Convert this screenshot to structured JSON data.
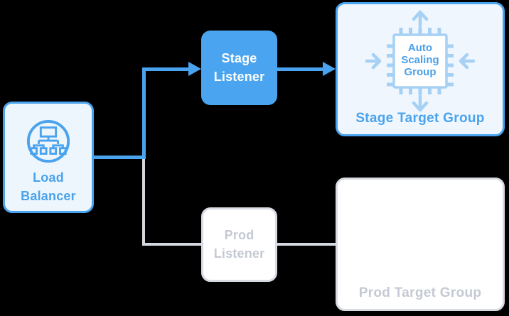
{
  "diagram_title": "load-balancer-listener-target-group-diagram",
  "background_color": "#000000",
  "colors": {
    "accent_blue": "#4AA3EE",
    "active_listener_fill": "#4AA4EF",
    "panel_light_blue_fill": "#EDF5FD",
    "icon_stroke_light_blue": "#A6D1F4",
    "icon_text_blue": "#4AA0E8",
    "inactive_border_gray": "#D8DBE1",
    "inactive_text_gray": "#C4C9D3",
    "inactive_line_gray": "#D4D7DD",
    "active_text_blue": "#4AA3EC",
    "white": "#FFFFFF"
  },
  "nodes": {
    "load_balancer": {
      "label": "Load Balancer",
      "state": "active",
      "icon": "load-balancer-icon"
    },
    "stage_listener": {
      "label": "Stage Listener",
      "state": "active"
    },
    "prod_listener": {
      "label": "Prod Listener",
      "state": "inactive"
    },
    "stage_target_group": {
      "label": "Stage Target Group",
      "state": "active",
      "auto_scaling_group": {
        "line1": "Auto",
        "line2": "Scaling",
        "line3": "Group",
        "icon": "auto-scaling-chip-icon"
      }
    },
    "prod_target_group": {
      "label": "Prod Target Group",
      "state": "inactive"
    }
  },
  "connections": [
    {
      "from": "load_balancer",
      "to": "stage_listener",
      "style": "active-blue-arrow"
    },
    {
      "from": "stage_listener",
      "to": "stage_target_group",
      "style": "active-blue-arrow"
    },
    {
      "from": "load_balancer",
      "to": "prod_listener",
      "style": "inactive-gray-line"
    },
    {
      "from": "prod_listener",
      "to": "prod_target_group",
      "style": "inactive-gray-line"
    }
  ]
}
